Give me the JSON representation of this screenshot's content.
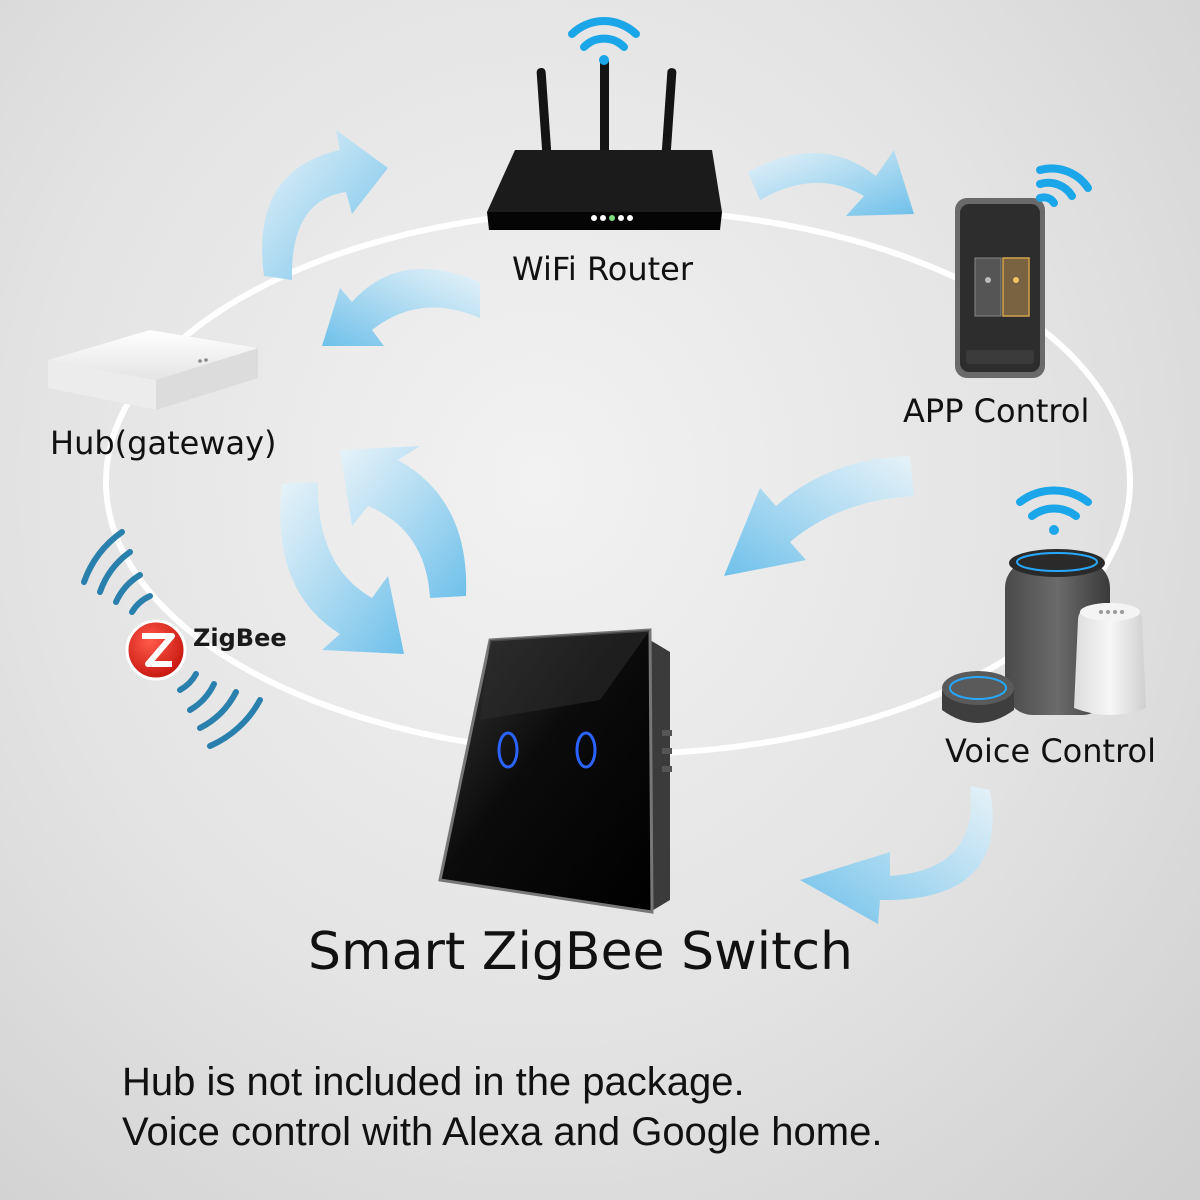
{
  "nodes": {
    "router": {
      "label": "WiFi Router"
    },
    "app": {
      "label": "APP Control"
    },
    "hub": {
      "label": "Hub(gateway)"
    },
    "voice": {
      "label": "Voice Control"
    },
    "zigbee": {
      "label": "ZigBee"
    }
  },
  "title": "Smart ZigBee Switch",
  "notes": [
    "Hub is not included in the package.",
    "Voice control with Alexa and Google home."
  ],
  "icons": [
    "wifi-icon",
    "router-icon",
    "smartphone-icon",
    "hub-icon",
    "zigbee-logo-icon",
    "smart-speaker-icon",
    "touch-switch-icon",
    "arrow-icon"
  ],
  "colors": {
    "arrow_blue": "#7cc6ec",
    "wifi_blue": "#1aa6e8",
    "zigbee_red": "#e2231a",
    "switch_ring": "#2a63ff"
  }
}
